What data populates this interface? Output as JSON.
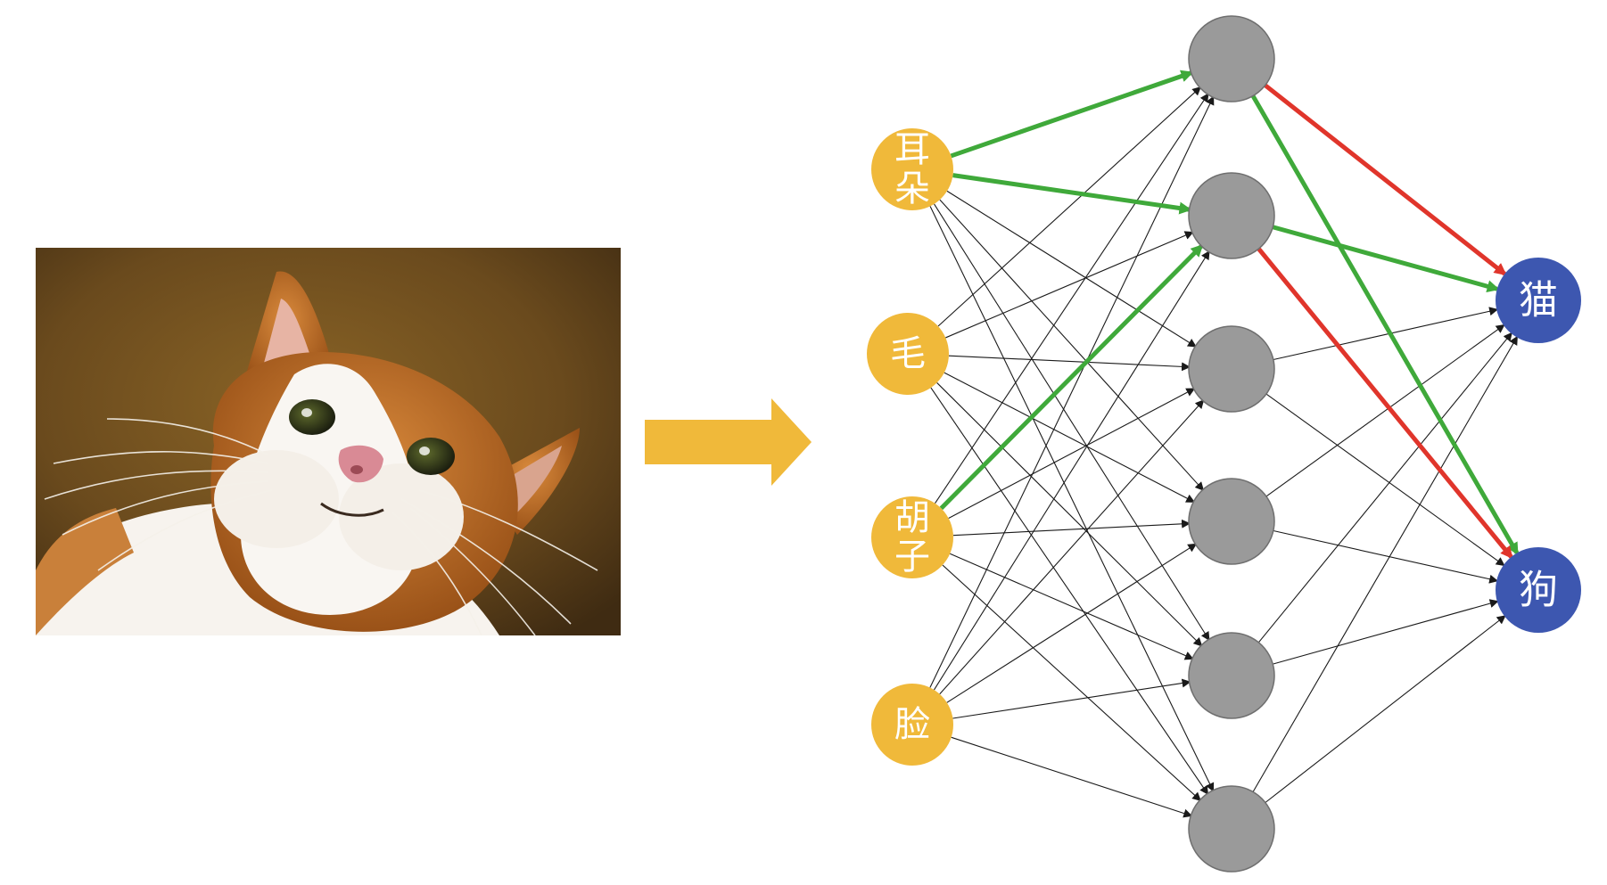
{
  "inputs": [
    {
      "label_line1": "耳",
      "label_line2": "朵"
    },
    {
      "label_line1": "毛",
      "label_line2": ""
    },
    {
      "label_line1": "胡",
      "label_line2": "子"
    },
    {
      "label_line1": "脸",
      "label_line2": ""
    }
  ],
  "hidden_count": 6,
  "outputs": [
    {
      "label": "猫"
    },
    {
      "label": "狗"
    }
  ],
  "highlighted_edges": [
    {
      "from": "input-0",
      "to": "hidden-0",
      "color": "green"
    },
    {
      "from": "input-0",
      "to": "hidden-1",
      "color": "green"
    },
    {
      "from": "input-2",
      "to": "hidden-1",
      "color": "green"
    },
    {
      "from": "hidden-0",
      "to": "output-0",
      "color": "red"
    },
    {
      "from": "hidden-0",
      "to": "output-1",
      "color": "green"
    },
    {
      "from": "hidden-1",
      "to": "output-0",
      "color": "green"
    },
    {
      "from": "hidden-1",
      "to": "output-1",
      "color": "red"
    }
  ],
  "colors": {
    "input_node": "#f0b93a",
    "hidden_node": "#9a9a9a",
    "output_node": "#3d57b0",
    "arrow": "#f0b93a",
    "edge": "#1a1a1a",
    "green": "#3fa93a",
    "red": "#e0352b"
  },
  "icons": {
    "photo": "cat-photo",
    "arrow": "right-arrow-icon"
  }
}
